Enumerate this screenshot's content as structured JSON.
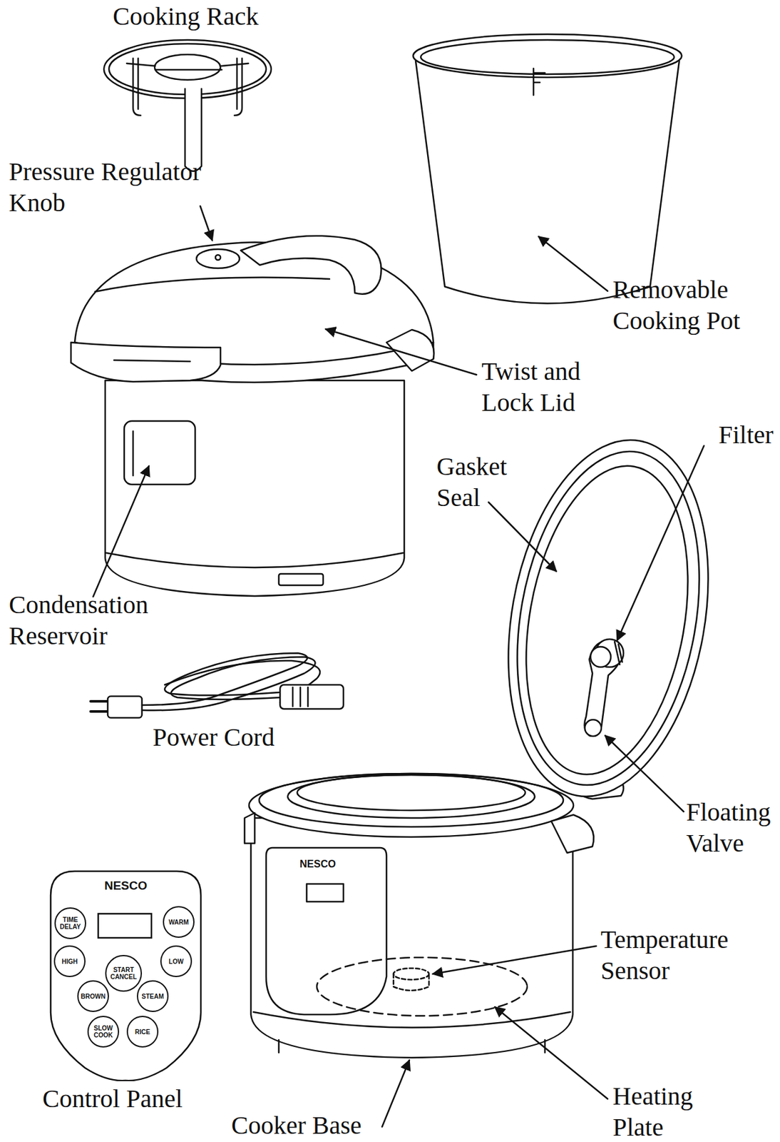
{
  "diagram": {
    "nodes": [
      {
        "text": [
          "NESCO"
        ]
      },
      {
        "text": [
          "TIME DELAY"
        ],
        "in": 0
      },
      {
        "text": [
          "WARM"
        ],
        "in": 0
      },
      {
        "text": [
          "HIGH"
        ],
        "in": 0
      },
      {
        "text": [
          "START CANCEL"
        ],
        "in": 0
      },
      {
        "text": [
          "LOW"
        ],
        "in": 0
      },
      {
        "text": [
          "BROWN"
        ],
        "in": 0
      },
      {
        "text": [
          "STEAM"
        ],
        "in": 0
      },
      {
        "text": [
          "SLOW COOK"
        ],
        "in": 0
      },
      {
        "text": [
          "RICE"
        ],
        "in": 0
      }
    ],
    "labels": [
      "Cooking Rack",
      "Pressure Regulator Knob",
      "Removable Cooking Pot",
      "Twist and Lock Lid",
      "Filter",
      "Gasket Seal",
      "Condensation Reservoir",
      "Power Cord",
      "Floating Valve",
      "NESCO",
      "Temperature Sensor",
      "Control Panel",
      "Heating Plate",
      "Cooker Base"
    ]
  }
}
